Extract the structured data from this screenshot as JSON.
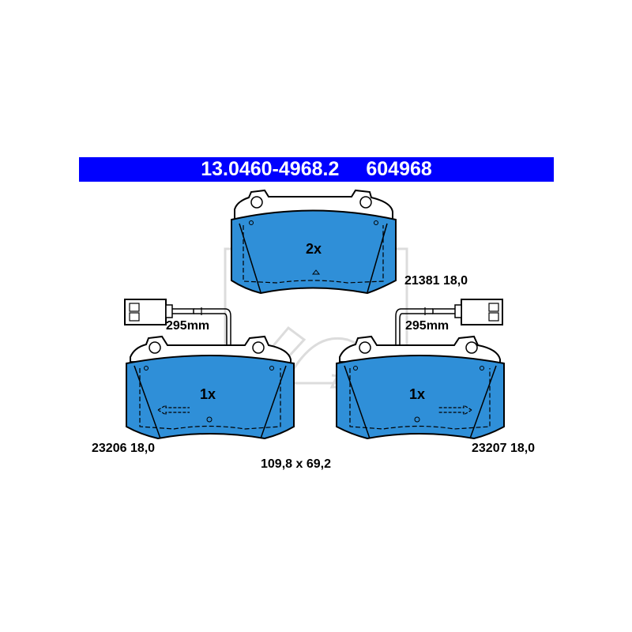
{
  "header": {
    "part_number": "13.0460-4968.2",
    "ref_number": "604968",
    "background_color": "#0000ff",
    "text_color": "#ffffff"
  },
  "pads": [
    {
      "id": "top",
      "quantity": "2x",
      "spec": "21381 18,0"
    },
    {
      "id": "left",
      "quantity": "1x",
      "spec": "23206 18,0",
      "wire_length": "295mm"
    },
    {
      "id": "right",
      "quantity": "1x",
      "spec": "23207 18,0",
      "wire_length": "295mm"
    }
  ],
  "dimensions": "109,8 x 69,2",
  "colors": {
    "pad_fill": "#2f8fd8",
    "outline": "#000000",
    "watermark": "#d9d9d9"
  }
}
